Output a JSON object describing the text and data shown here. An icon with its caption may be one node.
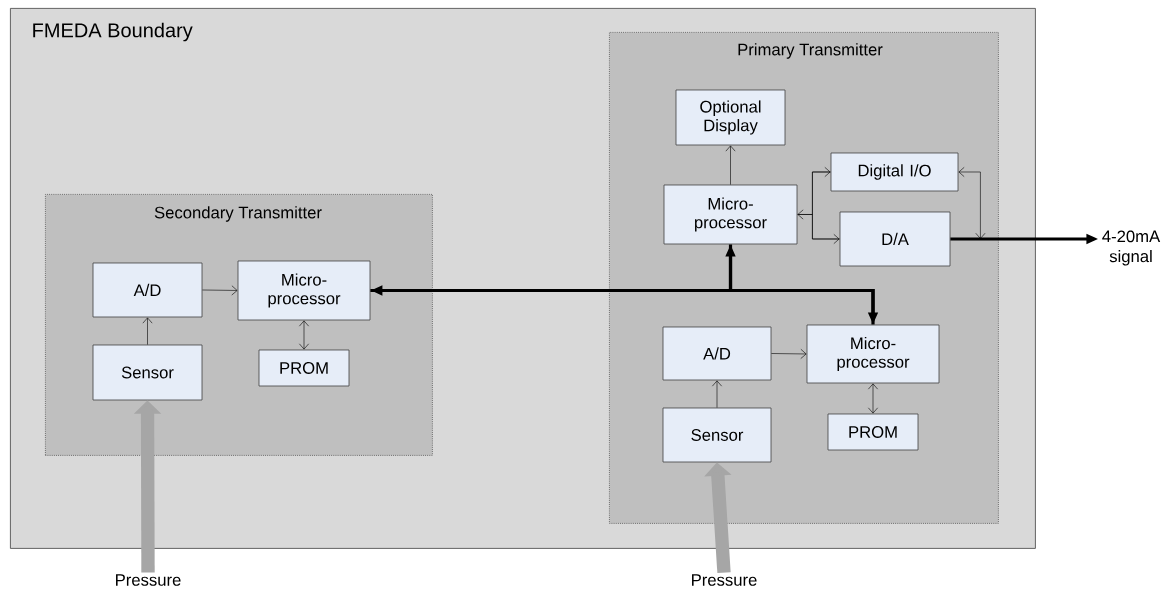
{
  "diagram": {
    "nodes": [
      {
        "text": [
          "FMEDA Boundary"
        ]
      },
      {
        "text": [
          "Secondary Transmitter"
        ],
        "in": 0
      },
      {
        "text": [
          "A/D"
        ],
        "in": 1
      },
      {
        "text": [
          "Micro- processor"
        ],
        "in": 1
      },
      {
        "text": [
          "Sensor"
        ],
        "in": 1
      },
      {
        "text": [
          "PROM"
        ],
        "in": 1
      },
      {
        "text": [
          "Primary Transmitter"
        ],
        "in": 0
      },
      {
        "text": [
          "Optional Display"
        ],
        "in": 6
      },
      {
        "text": [
          "Micro- processor"
        ],
        "in": 6
      },
      {
        "text": [
          "Digital I/O"
        ],
        "in": 6
      },
      {
        "text": [
          "D/A"
        ],
        "in": 6
      },
      {
        "text": [
          "A/D"
        ],
        "in": 6
      },
      {
        "text": [
          "Micro- processor"
        ],
        "in": 6
      },
      {
        "text": [
          "Sensor"
        ],
        "in": 6
      },
      {
        "text": [
          "PROM"
        ],
        "in": 6
      },
      {
        "text": [
          "Pressure"
        ]
      },
      {
        "text": [
          "Pressure"
        ]
      },
      {
        "text": [
          "4-20mA signal"
        ]
      }
    ],
    "edges": [
      {
        "from": 15,
        "to": 4,
        "arrow": "to",
        "style": "thick",
        "color": "#a6a6a6"
      },
      {
        "from": 4,
        "to": 2,
        "arrow": "to"
      },
      {
        "from": 2,
        "to": 3,
        "arrow": "to"
      },
      {
        "from": 3,
        "to": 5,
        "arrow": "both"
      },
      {
        "from": 12,
        "to": 3,
        "arrow": "to",
        "style": "thick"
      },
      {
        "from": 3,
        "to": 8,
        "arrow": "to",
        "style": "thick"
      },
      {
        "from": 8,
        "to": 12,
        "arrow": "to",
        "style": "thick"
      },
      {
        "from": 8,
        "to": 7,
        "arrow": "to"
      },
      {
        "from": 10,
        "to": 8,
        "arrow": "to"
      },
      {
        "from": 8,
        "to": 9,
        "arrow": "to"
      },
      {
        "from": 9,
        "to": 10,
        "arrow": "to"
      },
      {
        "from": 9,
        "to": null,
        "arrow": "both"
      },
      {
        "from": 10,
        "to": 17,
        "arrow": "to",
        "style": "thick"
      },
      {
        "from": 16,
        "to": 13,
        "arrow": "to",
        "style": "thick",
        "color": "#a6a6a6"
      },
      {
        "from": 13,
        "to": 11,
        "arrow": "to"
      },
      {
        "from": 11,
        "to": 12,
        "arrow": "to"
      },
      {
        "from": 12,
        "to": 14,
        "arrow": "both"
      }
    ]
  }
}
